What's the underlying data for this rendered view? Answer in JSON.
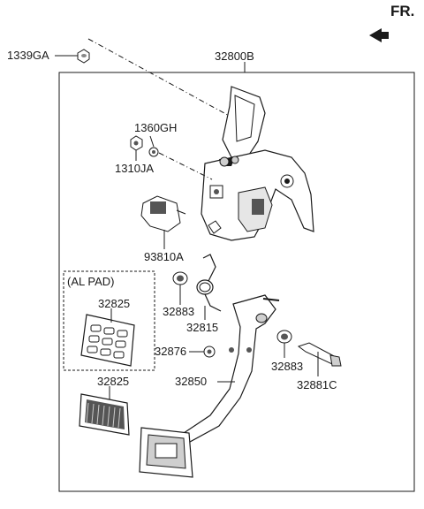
{
  "orientation": {
    "text": "FR."
  },
  "assembly_label": "32800B",
  "callouts": {
    "nut_top": "1339GA",
    "bolt_upper": "1360GH",
    "nut_upper": "1310JA",
    "stop_switch": "93810A",
    "bushing_left": "32883",
    "return_spring": "32815",
    "stopper": "32876",
    "pedal_arm": "32850",
    "bushing_right": "32883",
    "pivot_bolt": "32881C",
    "pad_alloy": "32825",
    "pad_rubber": "32825"
  },
  "al_pad_box": {
    "title": "(AL PAD)"
  },
  "colors": {
    "line": "#1a1a1a",
    "part_fill": "#ffffff",
    "shade": "#cfcfcf",
    "dark": "#555555"
  }
}
